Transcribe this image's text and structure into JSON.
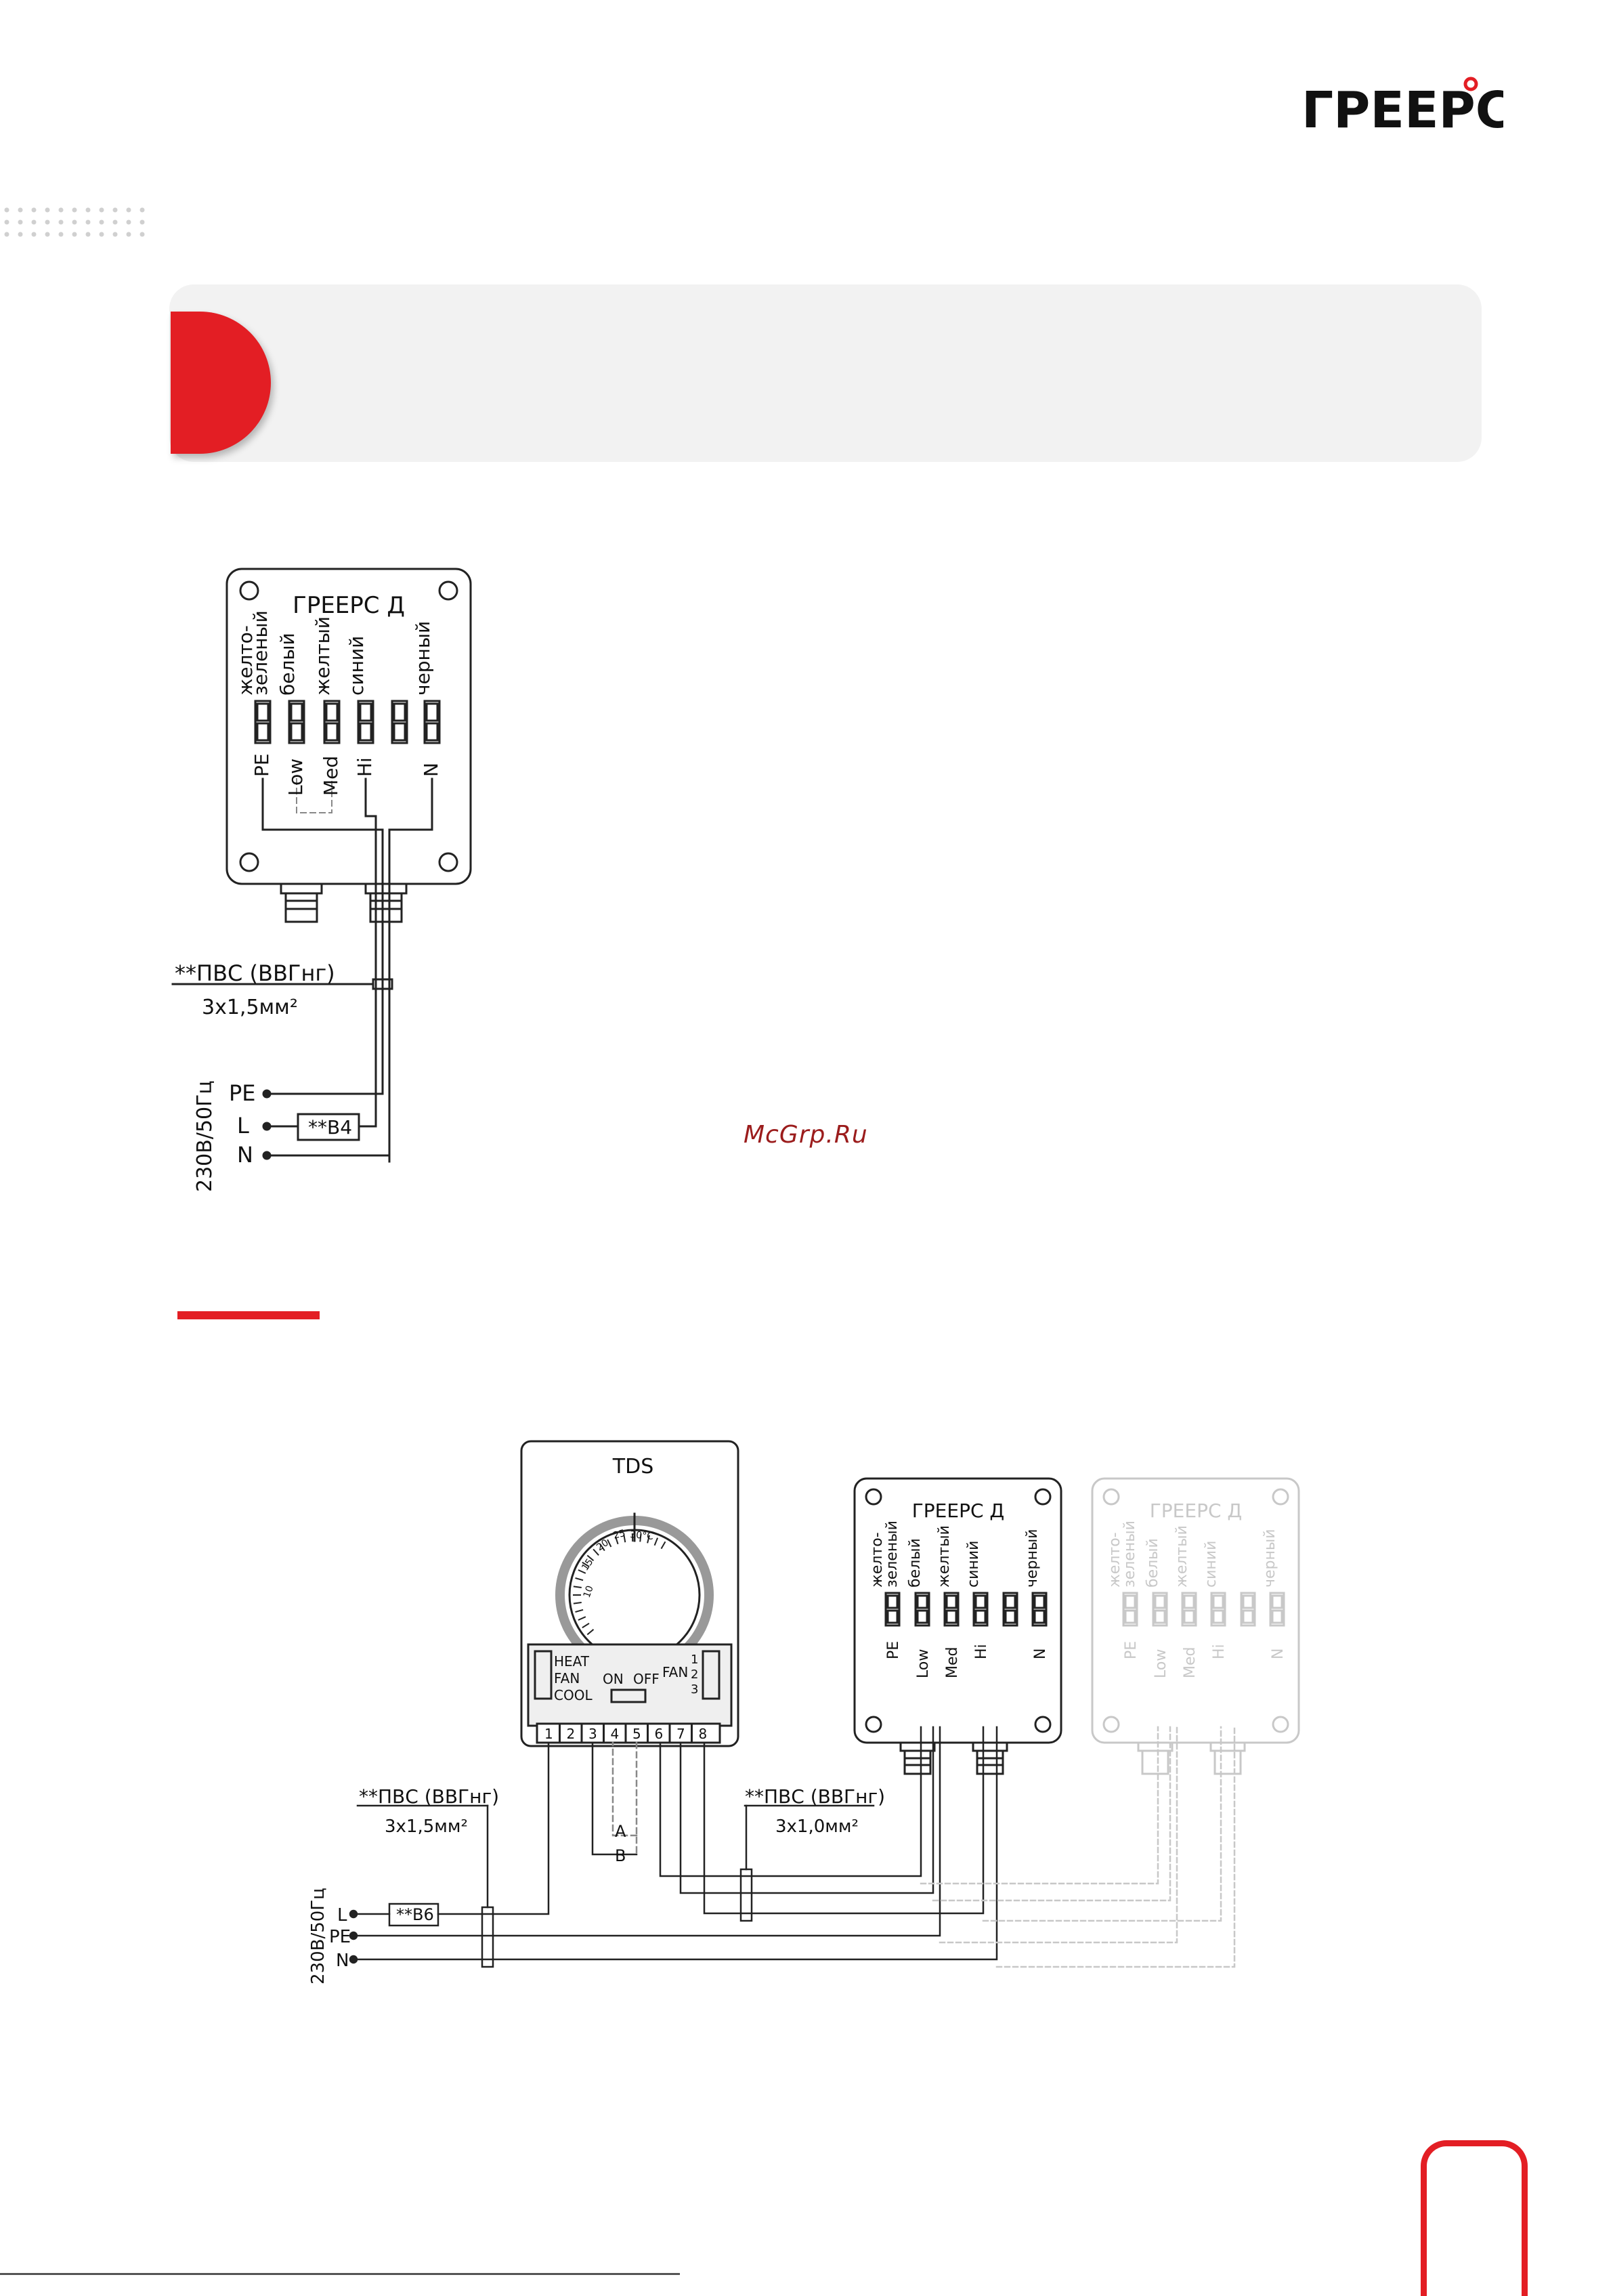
{
  "brand": {
    "logo_text": "ГРЕЕРС"
  },
  "watermark": "McGrp.Ru",
  "diagram1": {
    "box_title": "ГРЕЕРС Д",
    "wire_colors": [
      "желто-\nзеленый",
      "белый",
      "желтый",
      "синий",
      "",
      "черный"
    ],
    "terminals": [
      "PE",
      "Low",
      "Med",
      "Hi",
      "",
      "N"
    ],
    "cable_label": "**ПВС (ВВГнг)",
    "cable_spec": "3х1,5мм²",
    "supply_label": "230В/50Гц",
    "supply_lines": [
      "PE",
      "L",
      "N"
    ],
    "breaker": "**B4"
  },
  "diagram2": {
    "thermostat_title": "TDS",
    "dial_marks": [
      "10",
      "15",
      "20",
      "25",
      "30°C"
    ],
    "mode_labels": [
      "HEAT",
      "FAN",
      "COOL"
    ],
    "power_labels": [
      "ON",
      "OFF"
    ],
    "fan_label": "FAN",
    "fan_speeds": [
      "1",
      "2",
      "3"
    ],
    "terminal_numbers": [
      "1",
      "2",
      "3",
      "4",
      "5",
      "6",
      "7",
      "8"
    ],
    "ab_labels": [
      "A",
      "B"
    ],
    "box_title": "ГРЕЕРС Д",
    "box_title_ghost": "ГРЕЕРС Д",
    "wire_colors": [
      "желто-\nзеленый",
      "белый",
      "желтый",
      "синий",
      "",
      "черный"
    ],
    "terminals": [
      "PE",
      "Low",
      "Med",
      "Hi",
      "",
      "N"
    ],
    "cable1_label": "**ПВС (ВВГнг)",
    "cable1_spec": "3х1,5мм²",
    "cable2_label": "**ПВС (ВВГнг)",
    "cable2_spec": "3х1,0мм²",
    "supply_label": "230В/50Гц",
    "supply_lines": [
      "L",
      "PE",
      "N"
    ],
    "breaker": "**B6"
  },
  "colors": {
    "accent": "#e31e24",
    "panel": "#f2f2f2",
    "line": "#222222",
    "ghost": "#c8c8c8"
  }
}
